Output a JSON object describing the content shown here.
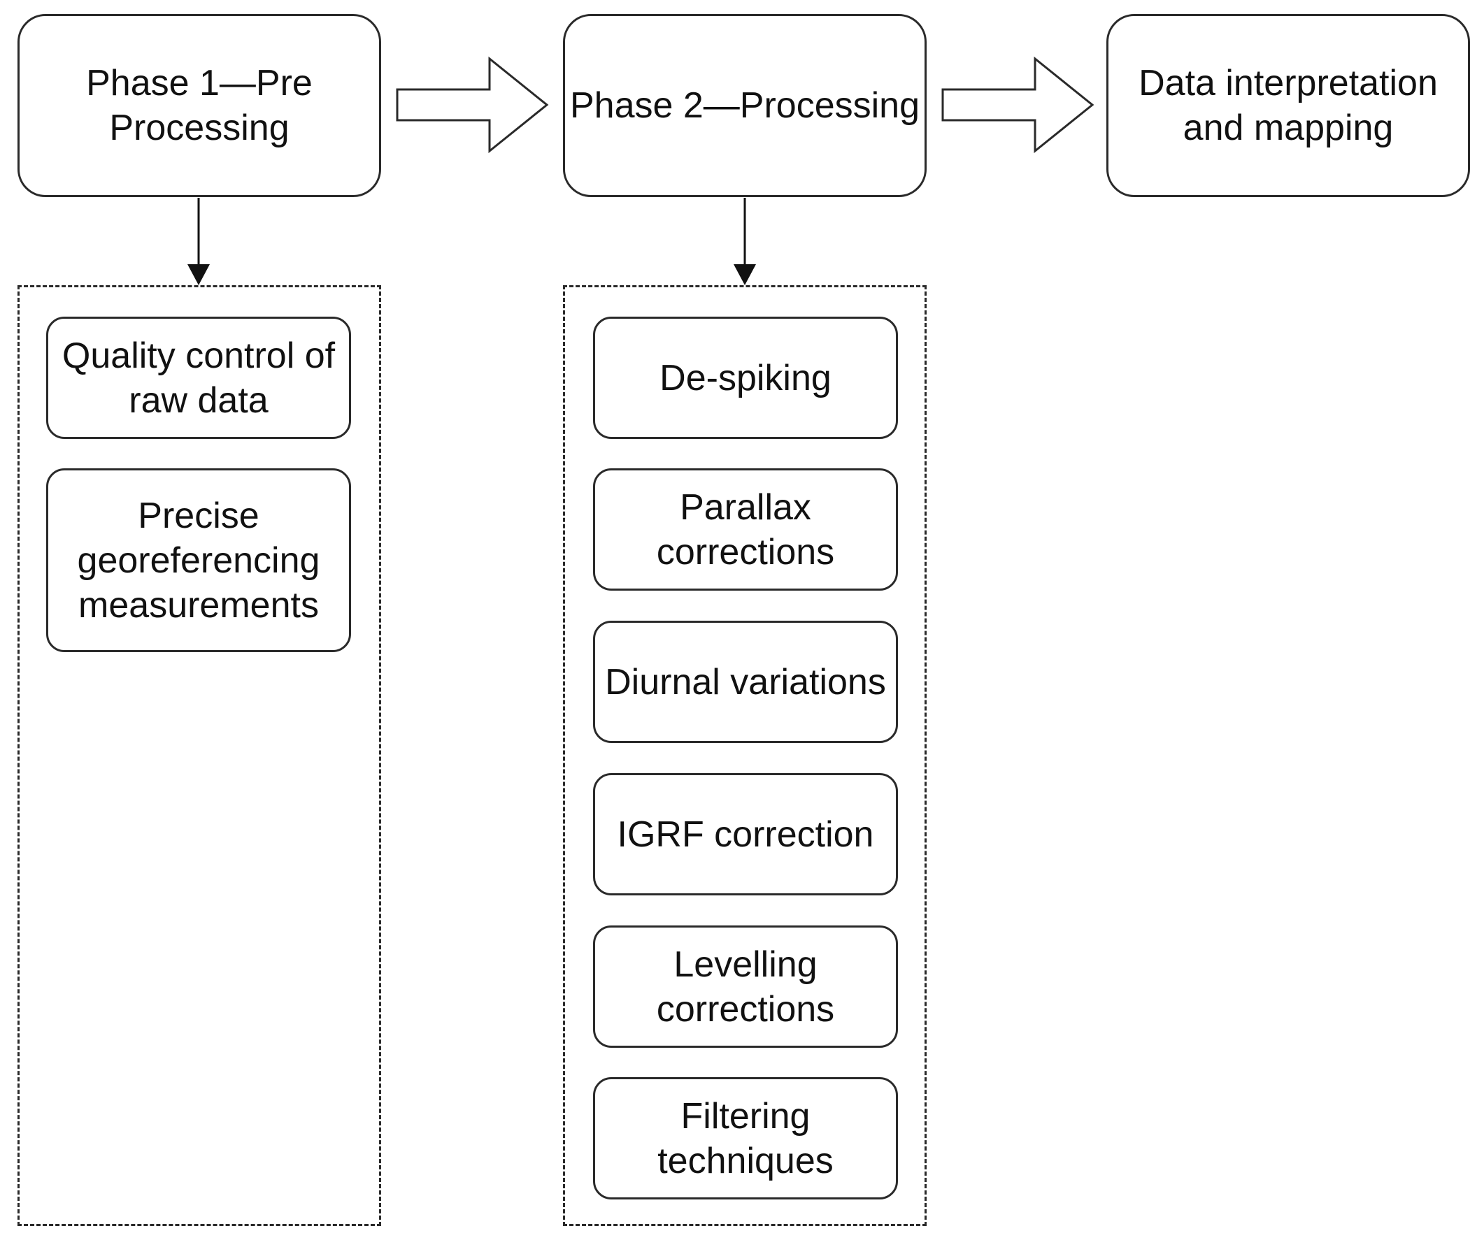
{
  "phases": [
    {
      "id": "phase1",
      "label": "Phase 1—Pre\nProcessing"
    },
    {
      "id": "phase2",
      "label": "Phase 2—Processing"
    },
    {
      "id": "phase3",
      "label": "Data interpretation\nand mapping"
    }
  ],
  "phase1_steps": [
    {
      "label": "Quality control of\nraw data"
    },
    {
      "label": "Precise\ngeoreferencing\nmeasurements"
    }
  ],
  "phase2_steps": [
    {
      "label": "De-spiking"
    },
    {
      "label": "Parallax\ncorrections"
    },
    {
      "label": "Diurnal variations"
    },
    {
      "label": "IGRF correction"
    },
    {
      "label": "Levelling\ncorrections"
    },
    {
      "label": "Filtering\ntechniques"
    }
  ]
}
